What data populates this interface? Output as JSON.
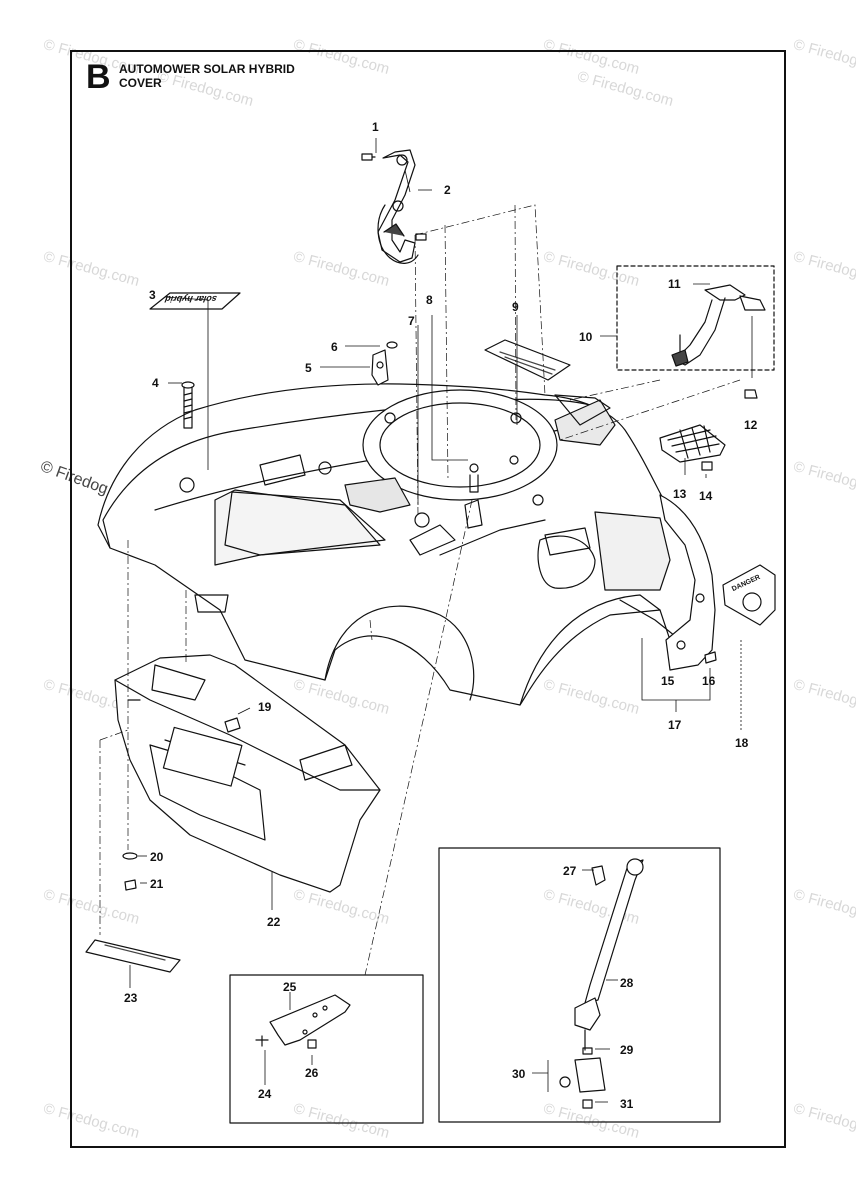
{
  "header": {
    "section_letter": "B",
    "title_line1": "AUTOMOWER SOLAR HYBRID",
    "title_line2": "COVER"
  },
  "callouts": [
    "1",
    "2",
    "3",
    "4",
    "5",
    "6",
    "7",
    "8",
    "9",
    "10",
    "11",
    "12",
    "13",
    "14",
    "15",
    "16",
    "17",
    "18",
    "19",
    "20",
    "21",
    "22",
    "23",
    "24",
    "25",
    "26",
    "27",
    "28",
    "29",
    "30",
    "31"
  ],
  "watermark": {
    "text": "© Firedog.com"
  },
  "decal_text": {
    "solar_hybrid": "solar hybrid",
    "danger": "DANGER"
  },
  "colors": {
    "line": "#111111",
    "fill": "#ffffff",
    "shade": "#e6e6e6",
    "watermark": "#d8d8d8"
  }
}
